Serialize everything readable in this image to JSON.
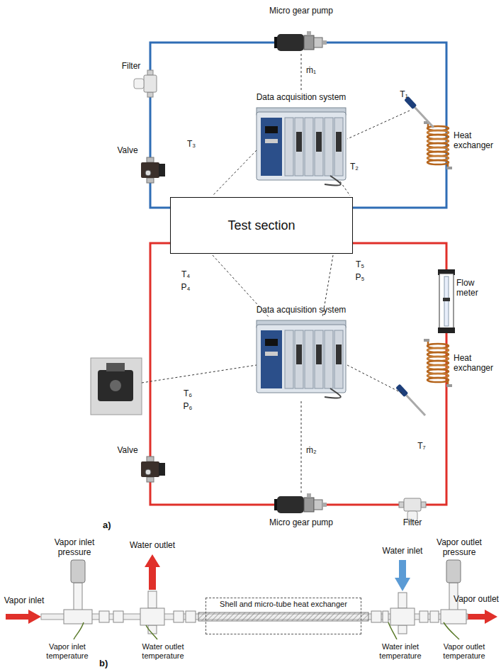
{
  "diagram": {
    "nodes": [
      {
        "text": [
          "Test section"
        ]
      },
      {
        "text": [
          "Shell and micro-tube heat exchanger"
        ]
      }
    ],
    "labels": [
      "Micro gear pump",
      "Filter",
      "ṁ₁",
      "T₁",
      "Data acquisition system",
      "Heat exchanger",
      "Valve",
      "T₃",
      "T₂",
      "T₄",
      "P₄",
      "T₅",
      "P₅",
      "Data acquisition system",
      "Flow meter",
      "Heat exchanger",
      "T₆",
      "P₆",
      "Valve",
      "ṁ₂",
      "T₇",
      "Micro gear pump",
      "Filter",
      "a)",
      "Vapor inlet pressure",
      "Water outlet",
      "Water inlet",
      "Vapor outlet pressure",
      "Vapor inlet",
      "Vapor outlet",
      "Vapor inlet temperature",
      "Water outlet temperature",
      "Water inlet temperature",
      "Vapor outlet temperature",
      "b)"
    ]
  }
}
